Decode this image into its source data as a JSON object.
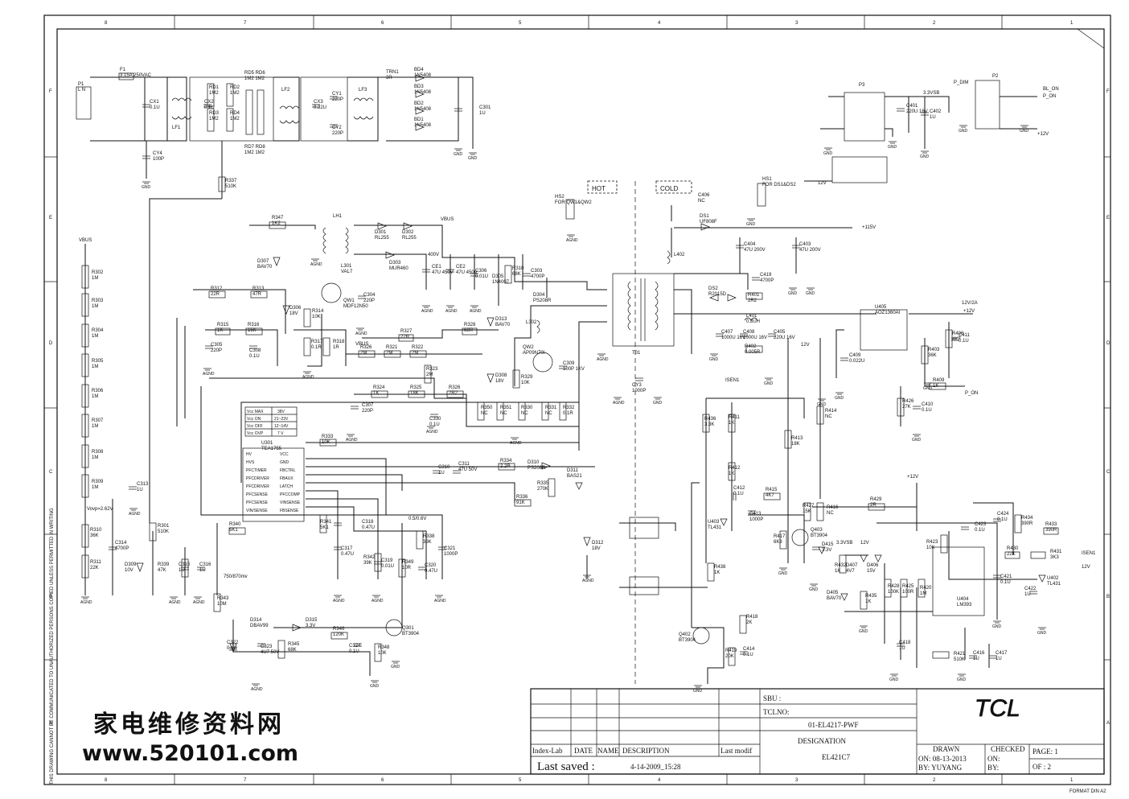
{
  "border": {
    "top_columns": [
      "8",
      "7",
      "6",
      "5",
      "4",
      "3",
      "2",
      "1"
    ],
    "bottom_columns": [
      "8",
      "7",
      "6",
      "5",
      "4",
      "3",
      "2",
      "1"
    ],
    "rows": [
      "F",
      "E",
      "D",
      "C",
      "B",
      "A"
    ],
    "side_notice": "THIS DRAWING CANNOT BE COMMUNICATED TO UNAUTHORIZED PERSONS COPIED UNLESS PERMITTED IN WRITING",
    "format": "FORMAT DIN A2"
  },
  "zones": {
    "hot": "HOT",
    "cold": "COLD"
  },
  "components": [
    {
      "id": "f1",
      "label": "F1",
      "value": "3.15A 250VAC"
    },
    {
      "id": "p1",
      "label": "P1",
      "value": "L N"
    },
    {
      "id": "cx1",
      "label": "CX1",
      "value": "0.1U"
    },
    {
      "id": "lf1",
      "label": "LF1",
      "value": ""
    },
    {
      "id": "cy4",
      "label": "CY4",
      "value": "100P"
    },
    {
      "id": "cx2",
      "label": "CX2",
      "value": "0.1U"
    },
    {
      "id": "rd1",
      "label": "RD1",
      "value": "1M2"
    },
    {
      "id": "rd2",
      "label": "RD2",
      "value": "1M2"
    },
    {
      "id": "rd3",
      "label": "RD3",
      "value": "1M2"
    },
    {
      "id": "rd4",
      "label": "RD4",
      "value": "1M2"
    },
    {
      "id": "rd5",
      "label": "RD5 RD6",
      "value": "1M2 1M2"
    },
    {
      "id": "rd7",
      "label": "RD7 RD8",
      "value": "1M2 1M2"
    },
    {
      "id": "lf2",
      "label": "LF2",
      "value": ""
    },
    {
      "id": "cx3",
      "label": "CX3",
      "value": "0.22U"
    },
    {
      "id": "cy1",
      "label": "CY1",
      "value": "220P"
    },
    {
      "id": "cy2",
      "label": "CY2",
      "value": "220P"
    },
    {
      "id": "lf3",
      "label": "LF3",
      "value": ""
    },
    {
      "id": "trn1",
      "label": "TRN1",
      "value": "3R"
    },
    {
      "id": "bd4",
      "label": "BD4",
      "value": "1N5408"
    },
    {
      "id": "bd3",
      "label": "BD3",
      "value": "1N5408"
    },
    {
      "id": "bd2",
      "label": "BD2",
      "value": "1N5408"
    },
    {
      "id": "bd1",
      "label": "BD1",
      "value": "1N5408"
    },
    {
      "id": "c301",
      "label": "C301",
      "value": "1U"
    },
    {
      "id": "r337",
      "label": "R337",
      "value": "510K"
    },
    {
      "id": "r347",
      "label": "R347",
      "value": "1K2"
    },
    {
      "id": "lh1",
      "label": "LH1",
      "value": ""
    },
    {
      "id": "d301",
      "label": "D301",
      "value": "RL255"
    },
    {
      "id": "d302",
      "label": "D302",
      "value": "RL255"
    },
    {
      "id": "d303",
      "label": "D303",
      "value": "MUR460"
    },
    {
      "id": "l301",
      "label": "L301",
      "value": "VAL7"
    },
    {
      "id": "qw1",
      "label": "QW1",
      "value": "MDF12N50"
    },
    {
      "id": "ce1",
      "label": "CE1",
      "value": "47U 450V"
    },
    {
      "id": "ce2",
      "label": "CE2",
      "value": "47U 450V"
    },
    {
      "id": "c306",
      "label": "C306",
      "value": "0.01U"
    },
    {
      "id": "d305",
      "label": "D305",
      "value": "1N4007"
    },
    {
      "id": "r310",
      "label": "R310",
      "value": "68K"
    },
    {
      "id": "c303",
      "label": "C303",
      "value": "4700P"
    },
    {
      "id": "d304",
      "label": "D304",
      "value": "PS208R"
    },
    {
      "id": "c304",
      "label": "C304",
      "value": "220P"
    },
    {
      "id": "d307",
      "label": "D307",
      "value": "BAV70"
    },
    {
      "id": "r312",
      "label": "R312",
      "value": "22R"
    },
    {
      "id": "r313",
      "label": "R313",
      "value": "47R"
    },
    {
      "id": "d306",
      "label": "D306",
      "value": "18V"
    },
    {
      "id": "r314",
      "label": "R314",
      "value": "10K"
    },
    {
      "id": "r315",
      "label": "R315",
      "value": "1K"
    },
    {
      "id": "r316",
      "label": "R316",
      "value": "15K"
    },
    {
      "id": "c305",
      "label": "C305",
      "value": "220P"
    },
    {
      "id": "c308",
      "label": "C308",
      "value": "0.1U"
    },
    {
      "id": "r317",
      "label": "R317",
      "value": "0.1R"
    },
    {
      "id": "r318",
      "label": "R318",
      "value": "1R"
    },
    {
      "id": "r327",
      "label": "R327",
      "value": "22R"
    },
    {
      "id": "r328",
      "label": "R328",
      "value": "68R"
    },
    {
      "id": "r326",
      "label": "R326",
      "value": "2M"
    },
    {
      "id": "r321",
      "label": "R321",
      "value": "2M"
    },
    {
      "id": "r322",
      "label": "R322",
      "value": "2M"
    },
    {
      "id": "r323",
      "label": "R323",
      "value": "2M"
    },
    {
      "id": "qw2",
      "label": "QW2",
      "value": "AP09N70I"
    },
    {
      "id": "l302",
      "label": "L302",
      "value": ""
    },
    {
      "id": "d313",
      "label": "D313",
      "value": "BAV70"
    },
    {
      "id": "d308",
      "label": "D308",
      "value": "18V"
    },
    {
      "id": "r329",
      "label": "R329",
      "value": "10K"
    },
    {
      "id": "c309",
      "label": "C309",
      "value": "100P 1KV"
    },
    {
      "id": "r324",
      "label": "R324",
      "value": "1K"
    },
    {
      "id": "r325",
      "label": "R325",
      "value": "18K"
    },
    {
      "id": "c307",
      "label": "C307",
      "value": "220P"
    },
    {
      "id": "c330",
      "label": "C330",
      "value": "0.1U"
    },
    {
      "id": "r326b",
      "label": "R326",
      "value": "2R2"
    },
    {
      "id": "r350",
      "label": "R350",
      "value": "NC"
    },
    {
      "id": "r351",
      "label": "R351",
      "value": "NC"
    },
    {
      "id": "r330",
      "label": "R330",
      "value": "NC"
    },
    {
      "id": "r331",
      "label": "R331",
      "value": "NC"
    },
    {
      "id": "r332",
      "label": "R332",
      "value": "0.1R"
    },
    {
      "id": "u301",
      "label": "U301",
      "value": "TEA1755"
    },
    {
      "id": "r333",
      "label": "R333",
      "value": "10K"
    },
    {
      "id": "c310",
      "label": "C310",
      "value": "1U"
    },
    {
      "id": "c311",
      "label": "C311",
      "value": "47U 50V"
    },
    {
      "id": "r334",
      "label": "R334",
      "value": "2.2R"
    },
    {
      "id": "d310",
      "label": "D310",
      "value": "PS208R"
    },
    {
      "id": "r335",
      "label": "R335",
      "value": "270K"
    },
    {
      "id": "d311",
      "label": "D311",
      "value": "BAS21"
    },
    {
      "id": "r336",
      "label": "R336",
      "value": "91K"
    },
    {
      "id": "c313",
      "label": "C313",
      "value": "1U"
    },
    {
      "id": "r301",
      "label": "R301",
      "value": "510K"
    },
    {
      "id": "r340",
      "label": "R340",
      "value": "5K1"
    },
    {
      "id": "r341",
      "label": "R341",
      "value": "5K1"
    },
    {
      "id": "c318",
      "label": "C318",
      "value": "0.47U"
    },
    {
      "id": "c317",
      "label": "C317",
      "value": "0.47U"
    },
    {
      "id": "r338",
      "label": "R338",
      "value": "39K"
    },
    {
      "id": "c321",
      "label": "C321",
      "value": "1000P"
    },
    {
      "id": "r342",
      "label": "R342",
      "value": "39K"
    },
    {
      "id": "c319",
      "label": "C319",
      "value": "0.01U"
    },
    {
      "id": "r349",
      "label": "R349",
      "value": "10R"
    },
    {
      "id": "c320",
      "label": "C320",
      "value": "0.47U"
    },
    {
      "id": "c314",
      "label": "C314",
      "value": "4700P"
    },
    {
      "id": "r310b",
      "label": "R310",
      "value": "36K"
    },
    {
      "id": "r311",
      "label": "R311",
      "value": "22K"
    },
    {
      "id": "d309",
      "label": "D309",
      "value": "10V"
    },
    {
      "id": "r339",
      "label": "R339",
      "value": "47K"
    },
    {
      "id": "c315",
      "label": "C315",
      "value": "1U"
    },
    {
      "id": "c316",
      "label": "C316",
      "value": "1U"
    },
    {
      "id": "r343",
      "label": "R343",
      "value": "10M"
    },
    {
      "id": "d314",
      "label": "D314",
      "value": "DBAV99"
    },
    {
      "id": "d315",
      "label": "D315",
      "value": "3.3V"
    },
    {
      "id": "c322",
      "label": "C322",
      "value": "0.1U"
    },
    {
      "id": "c323",
      "label": "C323",
      "value": "4U7 50V"
    },
    {
      "id": "r345",
      "label": "R345",
      "value": "68K"
    },
    {
      "id": "r346",
      "label": "R346",
      "value": "120K"
    },
    {
      "id": "c324",
      "label": "C324",
      "value": "0.1U"
    },
    {
      "id": "r348",
      "label": "R348",
      "value": "10K"
    },
    {
      "id": "q301",
      "label": "Q301",
      "value": "BT3904"
    },
    {
      "id": "t01",
      "label": "T01",
      "value": ""
    },
    {
      "id": "cy3",
      "label": "CY3",
      "value": "1000P"
    },
    {
      "id": "c406",
      "label": "C406",
      "value": "NC"
    },
    {
      "id": "ds1",
      "label": "DS1",
      "value": "UF808F"
    },
    {
      "id": "l402",
      "label": "L402",
      "value": ""
    },
    {
      "id": "c404",
      "label": "C404",
      "value": "47U 200V"
    },
    {
      "id": "c403",
      "label": "C403",
      "value": "47U 200V"
    },
    {
      "id": "c419",
      "label": "C419",
      "value": "4700P"
    },
    {
      "id": "ds2",
      "label": "DS2",
      "value": "R2015D"
    },
    {
      "id": "r401",
      "label": "R401",
      "value": "2R2"
    },
    {
      "id": "l401",
      "label": "L401",
      "value": "0.8UH"
    },
    {
      "id": "c407",
      "label": "C407",
      "value": "1000U 16V"
    },
    {
      "id": "c408",
      "label": "C408",
      "value": "1000U 16V"
    },
    {
      "id": "r402",
      "label": "R402",
      "value": "0.005R"
    },
    {
      "id": "c405",
      "label": "C405",
      "value": "220U 16V"
    },
    {
      "id": "u405",
      "label": "U405",
      "value": "AOZ1360AI"
    },
    {
      "id": "r406",
      "label": "R406",
      "value": "4K7"
    },
    {
      "id": "r403",
      "label": "R403",
      "value": "36K"
    },
    {
      "id": "c411",
      "label": "C411",
      "value": "0.1U"
    },
    {
      "id": "c409",
      "label": "C409",
      "value": "0.022U"
    },
    {
      "id": "r409",
      "label": "R409",
      "value": "1K"
    },
    {
      "id": "r426",
      "label": "R426",
      "value": "27K"
    },
    {
      "id": "c410",
      "label": "C410",
      "value": "0.1U"
    },
    {
      "id": "p3",
      "label": "P3",
      "value": ""
    },
    {
      "id": "c401",
      "label": "C401",
      "value": "220U 16V"
    },
    {
      "id": "c402",
      "label": "C402",
      "value": "1U"
    },
    {
      "id": "p2",
      "label": "P2",
      "value": ""
    },
    {
      "id": "hs1",
      "label": "HS1",
      "value": "FOR DS1&DS2"
    },
    {
      "id": "hs2",
      "label": "HS2",
      "value": "FOR QW1&QW2"
    },
    {
      "id": "r436",
      "label": "R436",
      "value": "3.3K"
    },
    {
      "id": "r411",
      "label": "R411",
      "value": "1K"
    },
    {
      "id": "r413",
      "label": "R413",
      "value": "18K"
    },
    {
      "id": "r414",
      "label": "R414",
      "value": "NC"
    },
    {
      "id": "r412",
      "label": "R412",
      "value": "1K"
    },
    {
      "id": "c412",
      "label": "C412",
      "value": "0.1U"
    },
    {
      "id": "r415",
      "label": "R415",
      "value": "4K7"
    },
    {
      "id": "c413",
      "label": "C413",
      "value": "1000P"
    },
    {
      "id": "u403",
      "label": "U403",
      "value": "TL431"
    },
    {
      "id": "r427",
      "label": "R427",
      "value": "15K"
    },
    {
      "id": "r416",
      "label": "R416",
      "value": "NC"
    },
    {
      "id": "q403",
      "label": "Q403",
      "value": "BT3904"
    },
    {
      "id": "r417",
      "label": "R417",
      "value": "6K8"
    },
    {
      "id": "r429",
      "label": "R429",
      "value": "2R"
    },
    {
      "id": "c424",
      "label": "C424",
      "value": "0.1U"
    },
    {
      "id": "r434",
      "label": "R434",
      "value": "390R"
    },
    {
      "id": "c423",
      "label": "C423",
      "value": "0.1U"
    },
    {
      "id": "r423",
      "label": "R423",
      "value": "10K"
    },
    {
      "id": "r433",
      "label": "R433",
      "value": "390R"
    },
    {
      "id": "r430",
      "label": "R430",
      "value": "22K"
    },
    {
      "id": "r431",
      "label": "R431",
      "value": "3K3"
    },
    {
      "id": "u402",
      "label": "U402",
      "value": "TL431"
    },
    {
      "id": "c422",
      "label": "C422",
      "value": "1U"
    },
    {
      "id": "c421",
      "label": "C421",
      "value": "0.1U"
    },
    {
      "id": "u404",
      "label": "U404",
      "value": "LM393"
    },
    {
      "id": "r438",
      "label": "R438",
      "value": "1K"
    },
    {
      "id": "d312",
      "label": "D312",
      "value": "18V"
    },
    {
      "id": "d415",
      "label": "D415",
      "value": "3.3V"
    },
    {
      "id": "r432",
      "label": "R432",
      "value": "1K"
    },
    {
      "id": "d407",
      "label": "D407",
      "value": "4V7"
    },
    {
      "id": "d406",
      "label": "D406",
      "value": "15V"
    },
    {
      "id": "d405",
      "label": "D405",
      "value": "BAV70"
    },
    {
      "id": "r435",
      "label": "R435",
      "value": "1K"
    },
    {
      "id": "r428",
      "label": "R428",
      "value": "100K"
    },
    {
      "id": "r425",
      "label": "R425",
      "value": "100R"
    },
    {
      "id": "r420",
      "label": "R420",
      "value": "1M"
    },
    {
      "id": "c418",
      "label": "C418",
      "value": "1U"
    },
    {
      "id": "c416",
      "label": "C416",
      "value": "1U"
    },
    {
      "id": "r421",
      "label": "R421",
      "value": "510K"
    },
    {
      "id": "c417",
      "label": "C417",
      "value": "1U"
    },
    {
      "id": "q402",
      "label": "Q402",
      "value": "BT3904"
    },
    {
      "id": "r418",
      "label": "R418",
      "value": "2K"
    },
    {
      "id": "r419",
      "label": "R419",
      "value": "20K"
    },
    {
      "id": "c414",
      "label": "C414",
      "value": "0.1U"
    },
    {
      "id": "r302",
      "label": "R302",
      "value": "1M"
    },
    {
      "id": "r303",
      "label": "R303",
      "value": "1M"
    },
    {
      "id": "r304",
      "label": "R304",
      "value": "1M"
    },
    {
      "id": "r305",
      "label": "R305",
      "value": "1M"
    },
    {
      "id": "r306",
      "label": "R306",
      "value": "1M"
    },
    {
      "id": "r307",
      "label": "R307",
      "value": "1M"
    },
    {
      "id": "r308",
      "label": "R308",
      "value": "1M"
    },
    {
      "id": "r309",
      "label": "R309",
      "value": "1M"
    }
  ],
  "nets": {
    "vbus": "VBUS",
    "vovp": "Vovp=2.62V",
    "v400": "400V",
    "p115": "+115V",
    "p12v2a": "12V/2A",
    "p12v": "+12V",
    "p33vsb": "3.3VSB",
    "p_dim": "P_DIM",
    "bl_on": "BL_ON",
    "p_on": "P_ON",
    "isen1": "ISEN1",
    "v12": "12V",
    "ab": "0.5/0.6V",
    "mv": "750/870mv",
    "agnd": "AGND",
    "gnd": "GND"
  },
  "vcc_table": [
    [
      "Vcc MAX",
      "38V"
    ],
    [
      "Vcc ON",
      "21~23V"
    ],
    [
      "Vcc OFF",
      "12~14V"
    ],
    [
      "Vcc OVP",
      "7 V"
    ]
  ],
  "u301_pins_left": [
    "HV",
    "HVS",
    "PFCTIMER",
    "PFCDRIVER",
    "PFCDRIVER",
    "PFCSENSE",
    "PFCSENSE",
    "VIN/SENSE"
  ],
  "u301_pins_right": [
    "VCC",
    "GND",
    "FBCTRL",
    "FBAUX",
    "LATCH",
    "PFCCOMP",
    "VINSENSE",
    "FBSENSE"
  ],
  "title_block": {
    "sbu_label": "SBU :",
    "tclno_label": "TCLNO:",
    "part_no": "01-EL4217-PWF",
    "designation_label": "DESIGNATION",
    "designation": "EL421C7",
    "brand": "TCL",
    "col_index": "Index-Lab",
    "col_date": "DATE",
    "col_name": "NAME",
    "col_desc": "DESCRIPTION",
    "col_last": "Last modif",
    "last_saved_label": "Last saved :",
    "last_saved": "4-14-2009_15:28",
    "drawn_label": "DRAWN",
    "drawn_on": "ON: 08-13-2013",
    "drawn_by": "BY: YUYANG",
    "checked_label": "CHECKED",
    "checked_on": "ON:",
    "checked_by": "BY:",
    "page": "PAGE: 1",
    "of": "OF :   2"
  },
  "watermark": {
    "line1": "家电维修资料网",
    "line2": "www.520101.com"
  }
}
